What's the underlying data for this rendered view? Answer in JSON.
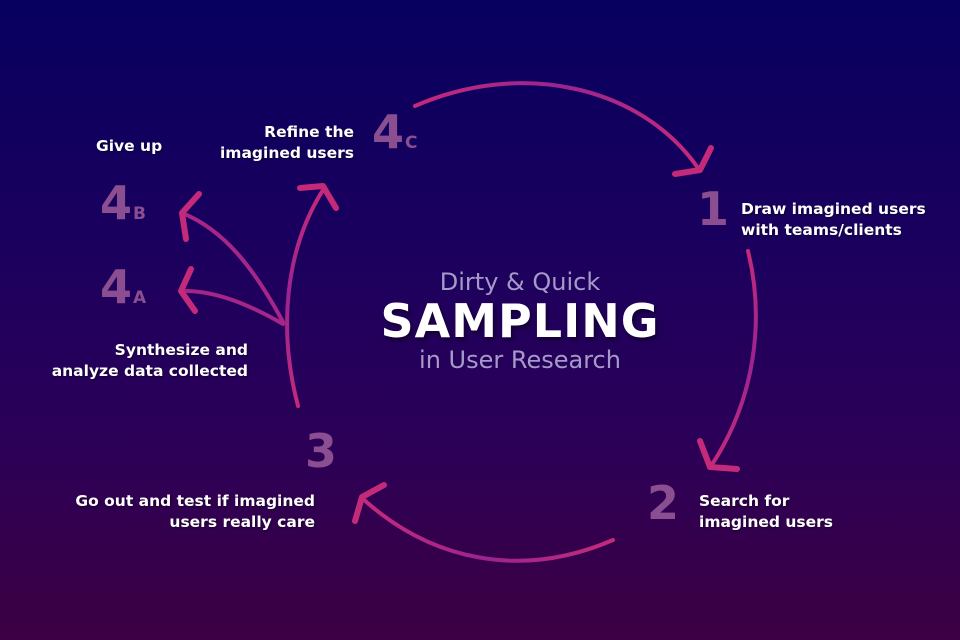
{
  "center": {
    "subtitle_top": "Dirty & Quick",
    "title": "SAMPLING",
    "subtitle_bottom": "in User Research"
  },
  "steps": [
    {
      "number": "1",
      "suffix": "",
      "lines": [
        "Draw imagined users",
        "with teams/clients"
      ]
    },
    {
      "number": "2",
      "suffix": "",
      "lines": [
        "Search for",
        "imagined users"
      ]
    },
    {
      "number": "3",
      "suffix": "",
      "lines": [
        "Go out and test if imagined",
        "users really care"
      ]
    },
    {
      "number": "4",
      "suffix": "A",
      "lines": [
        "Synthesize and",
        "analyze data collected"
      ]
    },
    {
      "number": "4",
      "suffix": "B",
      "lines": [
        "Give up"
      ]
    },
    {
      "number": "4",
      "suffix": "C",
      "lines": [
        "Refine the",
        "imagined users"
      ]
    }
  ],
  "colors": {
    "background_top": "#07005f",
    "background_bottom": "#3c0042",
    "arrow_pink": "#c42a7a",
    "arrow_purple": "#9a2490",
    "step_number": "#8a4e91",
    "label_text": "#ffffff",
    "subtitle_text": "#a69bc8"
  }
}
